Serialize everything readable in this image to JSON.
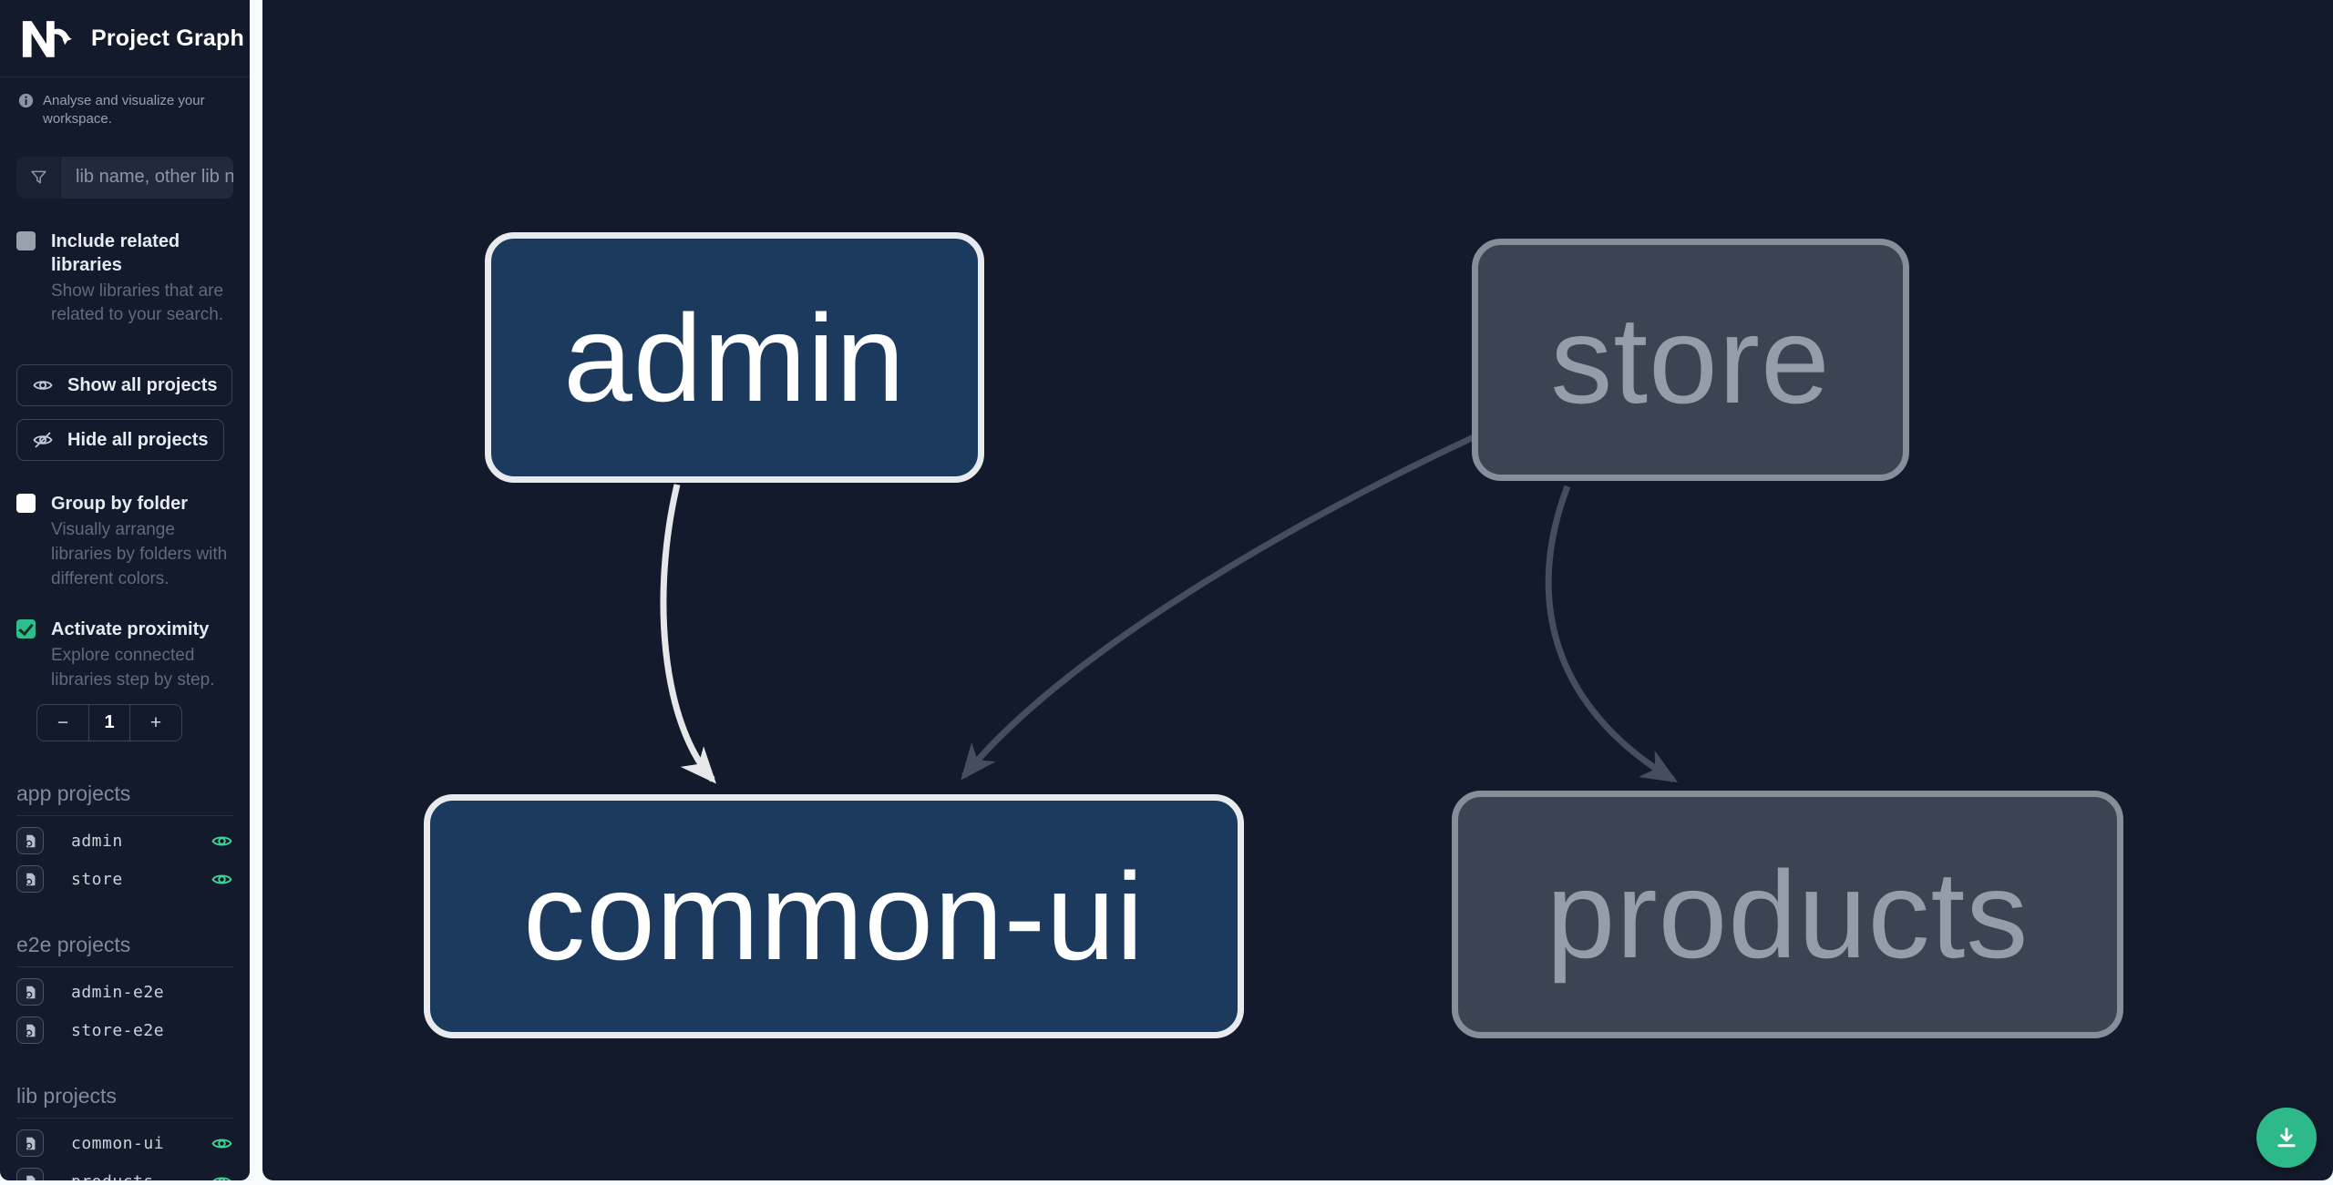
{
  "header": {
    "title": "Project Graph"
  },
  "info": {
    "text": "Analyse and visualize your workspace."
  },
  "search": {
    "placeholder": "lib name, other lib name",
    "value": ""
  },
  "include_related": {
    "label": "Include related libraries",
    "description": "Show libraries that are related to your search.",
    "checked": false
  },
  "buttons": {
    "show_all_label": "Show all projects",
    "hide_all_label": "Hide all projects"
  },
  "group_by_folder": {
    "label": "Group by folder",
    "description": "Visually arrange libraries by folders with different colors.",
    "checked": false
  },
  "activate_proximity": {
    "label": "Activate proximity",
    "description": "Explore connected libraries step by step.",
    "checked": true
  },
  "proximity_stepper": {
    "decrement": "−",
    "value": "1",
    "increment": "+"
  },
  "sections": [
    {
      "title": "app projects",
      "items": [
        {
          "name": "admin",
          "visible": true
        },
        {
          "name": "store",
          "visible": true
        }
      ]
    },
    {
      "title": "e2e projects",
      "items": [
        {
          "name": "admin-e2e",
          "visible": false
        },
        {
          "name": "store-e2e",
          "visible": false
        }
      ]
    },
    {
      "title": "lib projects",
      "items": [
        {
          "name": "common-ui",
          "visible": true
        },
        {
          "name": "products",
          "visible": true
        }
      ]
    }
  ],
  "graph": {
    "nodes": [
      {
        "label": "admin",
        "state": "focused"
      },
      {
        "label": "store",
        "state": "faded"
      },
      {
        "label": "common-ui",
        "state": "focused"
      },
      {
        "label": "products",
        "state": "faded"
      }
    ],
    "edges": [
      {
        "from": "admin",
        "to": "common-ui",
        "style": "highlighted"
      },
      {
        "from": "store",
        "to": "common-ui",
        "style": "faded"
      },
      {
        "from": "store",
        "to": "products",
        "style": "faded"
      }
    ]
  },
  "colors": {
    "accent_teal": "#2eb98a",
    "eye_green": "#3ed391",
    "node_focused_fill": "#1c3a5e",
    "node_focused_border": "#e8eaed",
    "node_faded_fill": "#3c4453",
    "node_faded_border": "#878e9a",
    "edge_highlight": "#e5e7e9",
    "edge_faded": "#454e5e",
    "panel_bg": "#131a2b"
  }
}
